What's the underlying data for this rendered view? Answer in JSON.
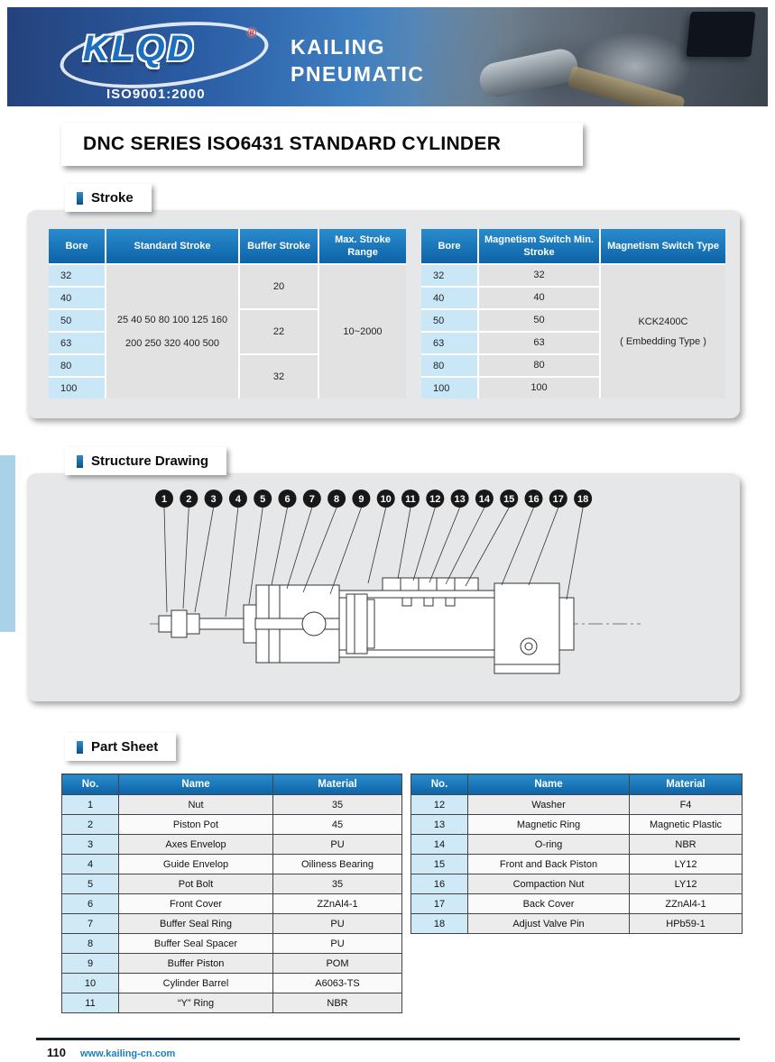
{
  "header": {
    "logo_text": "KLQD",
    "logo_reg": "®",
    "iso_text": "ISO9001:2000",
    "brand_line1": "KAILING",
    "brand_line2": "PNEUMATIC"
  },
  "title": "DNC SERIES ISO6431 STANDARD CYLINDER",
  "sections": {
    "stroke": "Stroke",
    "structure": "Structure Drawing",
    "parts": "Part Sheet"
  },
  "stroke_table": {
    "headers": [
      "Bore",
      "Standard Stroke",
      "Buffer Stroke",
      "Max. Stroke Range"
    ],
    "bores": [
      "32",
      "40",
      "50",
      "63",
      "80",
      "100"
    ],
    "standard_stroke_line1": "25 40 50 80 100 125 160",
    "standard_stroke_line2": "200 250 320 400 500",
    "buffer_values": [
      "20",
      "22",
      "32"
    ],
    "max_range": "10~2000"
  },
  "switch_table": {
    "headers": [
      "Bore",
      "Magnetism Switch Min. Stroke",
      "Magnetism Switch Type"
    ],
    "bores": [
      "32",
      "40",
      "50",
      "63",
      "80",
      "100"
    ],
    "min_strokes": [
      "32",
      "40",
      "50",
      "63",
      "80",
      "100"
    ],
    "type_line1": "KCK2400C",
    "type_line2": "( Embedding Type )"
  },
  "structure": {
    "callouts": [
      "1",
      "2",
      "3",
      "4",
      "5",
      "6",
      "7",
      "8",
      "9",
      "10",
      "11",
      "12",
      "13",
      "14",
      "15",
      "16",
      "17",
      "18"
    ]
  },
  "parts_left": {
    "headers": [
      "No.",
      "Name",
      "Material"
    ],
    "rows": [
      [
        "1",
        "Nut",
        "35"
      ],
      [
        "2",
        "Piston Pot",
        "45"
      ],
      [
        "3",
        "Axes Envelop",
        "PU"
      ],
      [
        "4",
        "Guide Envelop",
        "Oiliness Bearing"
      ],
      [
        "5",
        "Pot Bolt",
        "35"
      ],
      [
        "6",
        "Front Cover",
        "ZZnAl4-1"
      ],
      [
        "7",
        "Buffer Seal Ring",
        "PU"
      ],
      [
        "8",
        "Buffer Seal Spacer",
        "PU"
      ],
      [
        "9",
        "Buffer Piston",
        "POM"
      ],
      [
        "10",
        "Cylinder Barrel",
        "A6063-TS"
      ],
      [
        "11",
        "“Y” Ring",
        "NBR"
      ]
    ]
  },
  "parts_right": {
    "headers": [
      "No.",
      "Name",
      "Material"
    ],
    "rows": [
      [
        "12",
        "Washer",
        "F4"
      ],
      [
        "13",
        "Magnetic Ring",
        "Magnetic Plastic"
      ],
      [
        "14",
        "O-ring",
        "NBR"
      ],
      [
        "15",
        "Front and Back Piston",
        "LY12"
      ],
      [
        "16",
        "Compaction Nut",
        "LY12"
      ],
      [
        "17",
        "Back Cover",
        "ZZnAl4-1"
      ],
      [
        "18",
        "Adjust Valve Pin",
        "HPb59-1"
      ]
    ]
  },
  "footer": {
    "page_number": "110",
    "website": "www.kailing-cn.com"
  }
}
